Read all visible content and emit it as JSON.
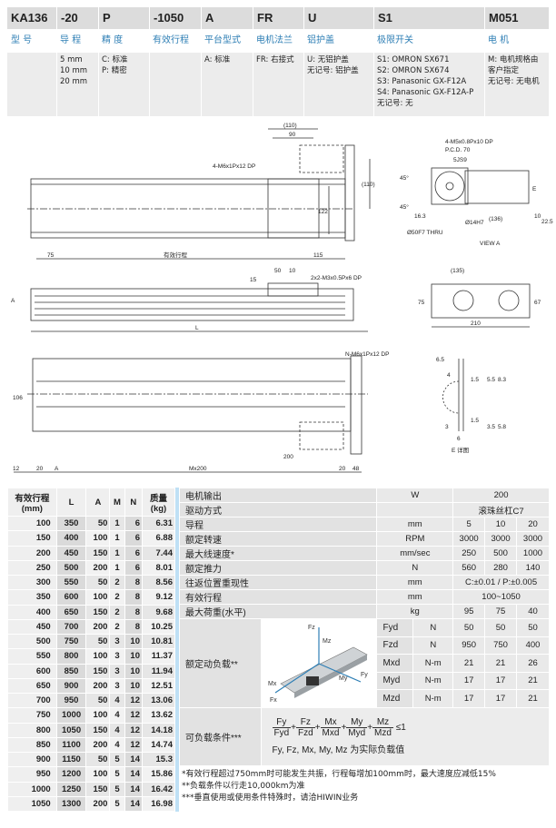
{
  "header": {
    "codes": [
      "KA136",
      "-20",
      "P",
      "-1050",
      "A",
      "FR",
      "U",
      "S1",
      "M051"
    ],
    "labels": [
      "型 号",
      "导 程",
      "精 度",
      "有效行程",
      "平台型式",
      "电机法兰",
      "铝护盖",
      "极限开关",
      "电 机"
    ],
    "descs": [
      "",
      "5 mm\n10 mm\n20 mm",
      "C: 标准\nP: 精密",
      "",
      "A: 标准",
      "FR: 右接式",
      "U: 无铝护盖\n无记号: 铝护盖",
      "S1: OMRON SX671\nS2: OMRON SX674\nS3: Panasonic GX-F12A\nS4: Panasonic GX-F12A-P\n无记号: 无",
      "M: 电机规格由\n客户指定\n无记号: 无电机"
    ]
  },
  "drawing": {
    "top": {
      "d110": "(110)",
      "d90": "90",
      "hole": "4-M6x1Px12 DP",
      "d110v": "(110)",
      "d122": "122",
      "d75": "75",
      "stroke": "有效行程",
      "d115": "115"
    },
    "side": {
      "d15": "15",
      "d50": "50",
      "d10": "10",
      "hole": "2x2-M3x0.5Px6 DP",
      "arrowA": "A",
      "L": "L"
    },
    "bottom": {
      "hole": "N-M6x1Px12 DP",
      "d106": "106",
      "d12": "12",
      "d20a": "20",
      "A": "A",
      "Mx200": "Mx200",
      "d200": "200",
      "d20b": "20",
      "d48": "48"
    },
    "viewA": {
      "hole": "4-M5x0.8Px10 DP",
      "pcd": "P.C.D. 70",
      "key": "5JS9",
      "a45a": "45°",
      "a45b": "45°",
      "d16": "16.3",
      "d50": "Ø50F7 THRU",
      "d14": "Ø14H7",
      "d136": "(136)",
      "d10": "10",
      "d225": "22.5",
      "E": "E",
      "title": "VIEW A"
    },
    "plan": {
      "d135": "(135)",
      "d75": "75",
      "d67": "67",
      "d210": "210"
    },
    "detailE": {
      "d65": "6.5",
      "d4": "4",
      "d15a": "1.5",
      "d55": "5.5",
      "d83": "8.3",
      "d15b": "1.5",
      "d3": "3",
      "d35": "3.5",
      "d58": "5.8",
      "d6": "6",
      "title": "E 详图"
    }
  },
  "stroke_table": {
    "headers": [
      "有效行程\n(mm)",
      "L",
      "A",
      "M",
      "N",
      "质量\n(kg)"
    ],
    "rows": [
      [
        "100",
        "350",
        "50",
        "1",
        "6",
        "6.31"
      ],
      [
        "150",
        "400",
        "100",
        "1",
        "6",
        "6.88"
      ],
      [
        "200",
        "450",
        "150",
        "1",
        "6",
        "7.44"
      ],
      [
        "250",
        "500",
        "200",
        "1",
        "6",
        "8.01"
      ],
      [
        "300",
        "550",
        "50",
        "2",
        "8",
        "8.56"
      ],
      [
        "350",
        "600",
        "100",
        "2",
        "8",
        "9.12"
      ],
      [
        "400",
        "650",
        "150",
        "2",
        "8",
        "9.68"
      ],
      [
        "450",
        "700",
        "200",
        "2",
        "8",
        "10.25"
      ],
      [
        "500",
        "750",
        "50",
        "3",
        "10",
        "10.81"
      ],
      [
        "550",
        "800",
        "100",
        "3",
        "10",
        "11.37"
      ],
      [
        "600",
        "850",
        "150",
        "3",
        "10",
        "11.94"
      ],
      [
        "650",
        "900",
        "200",
        "3",
        "10",
        "12.51"
      ],
      [
        "700",
        "950",
        "50",
        "4",
        "12",
        "13.06"
      ],
      [
        "750",
        "1000",
        "100",
        "4",
        "12",
        "13.62"
      ],
      [
        "800",
        "1050",
        "150",
        "4",
        "12",
        "14.18"
      ],
      [
        "850",
        "1100",
        "200",
        "4",
        "12",
        "14.74"
      ],
      [
        "900",
        "1150",
        "50",
        "5",
        "14",
        "15.3"
      ],
      [
        "950",
        "1200",
        "100",
        "5",
        "14",
        "15.86"
      ],
      [
        "1000",
        "1250",
        "150",
        "5",
        "14",
        "16.42"
      ],
      [
        "1050",
        "1300",
        "200",
        "5",
        "14",
        "16.98"
      ]
    ]
  },
  "spec": {
    "rows": [
      {
        "label": "电机输出",
        "unit": "W",
        "span": "200"
      },
      {
        "label": "驱动方式",
        "unit": "",
        "span": "滚珠丝杠C7"
      },
      {
        "label": "导程",
        "unit": "mm",
        "vals": [
          "5",
          "10",
          "20"
        ]
      },
      {
        "label": "额定转速",
        "unit": "RPM",
        "vals": [
          "3000",
          "3000",
          "3000"
        ]
      },
      {
        "label": "最大线速度*",
        "unit": "mm/sec",
        "vals": [
          "250",
          "500",
          "1000"
        ]
      },
      {
        "label": "额定推力",
        "unit": "N",
        "vals": [
          "560",
          "280",
          "140"
        ]
      },
      {
        "label": "往返位置重现性",
        "unit": "mm",
        "span": "C:±0.01 / P:±0.005"
      },
      {
        "label": "有效行程",
        "unit": "mm",
        "span": "100~1050"
      },
      {
        "label": "最大荷重(水平)",
        "unit": "kg",
        "vals": [
          "95",
          "75",
          "40"
        ]
      }
    ],
    "dyn_label": "额定动负载**",
    "dyn": [
      {
        "name": "Fyd",
        "unit": "N",
        "vals": [
          "50",
          "50",
          "50"
        ]
      },
      {
        "name": "Fzd",
        "unit": "N",
        "vals": [
          "950",
          "750",
          "400"
        ]
      },
      {
        "name": "Mxd",
        "unit": "N-m",
        "vals": [
          "21",
          "21",
          "26"
        ]
      },
      {
        "name": "Myd",
        "unit": "N-m",
        "vals": [
          "17",
          "17",
          "21"
        ]
      },
      {
        "name": "Mzd",
        "unit": "N-m",
        "vals": [
          "17",
          "17",
          "21"
        ]
      }
    ],
    "axes": {
      "Fz": "Fz",
      "Mz": "Mz",
      "Mx": "Mx",
      "Fx": "Fx",
      "My": "My",
      "Fy": "Fy"
    },
    "cond_label": "可负载条件***",
    "formula": [
      [
        "Fy",
        "Fyd"
      ],
      [
        "Fz",
        "Fzd"
      ],
      [
        "Mx",
        "Mxd"
      ],
      [
        "My",
        "Myd"
      ],
      [
        "Mz",
        "Mzd"
      ]
    ],
    "plus": "+",
    "le": "≤1",
    "cond_note": "Fy, Fz, Mx, My, Mz 为实际负载值"
  },
  "footnotes": [
    "*有效行程超过750mm时可能发生共振，行程每增加100mm时，最大速度应减低15%",
    "**负载条件以行走10,000km为准",
    "***垂直使用或使用条件特殊时，请洽HIWIN业务"
  ],
  "colors": {
    "accent": "#2f7fb5",
    "bar": "#bfe0f5",
    "cellGray": "#e6e6e6"
  }
}
